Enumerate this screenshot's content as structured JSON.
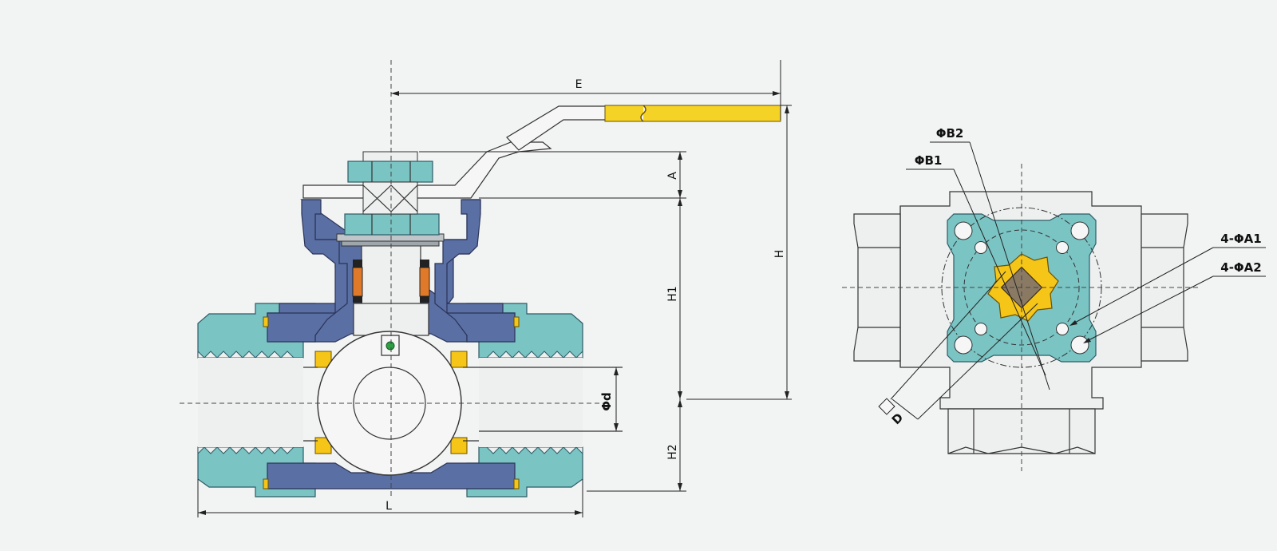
{
  "front_view": {
    "labels": {
      "E": "E",
      "A": "A",
      "H": "H",
      "H1": "H1",
      "H2": "H2",
      "L": "L",
      "d": "Φd"
    }
  },
  "top_view": {
    "labels": {
      "B2": "ΦB2",
      "B1": "ΦB1",
      "A1": "4-ΦA1",
      "A2": "4-ΦA2",
      "D": "D"
    }
  },
  "colors": {
    "background": "#f2f4f3",
    "body_teal": "#7bc4c4",
    "body_navy": "#5a6fa3",
    "handle_yellow": "#f5d226",
    "seat_gold": "#f5c518",
    "packing_orange": "#e07a2a"
  }
}
